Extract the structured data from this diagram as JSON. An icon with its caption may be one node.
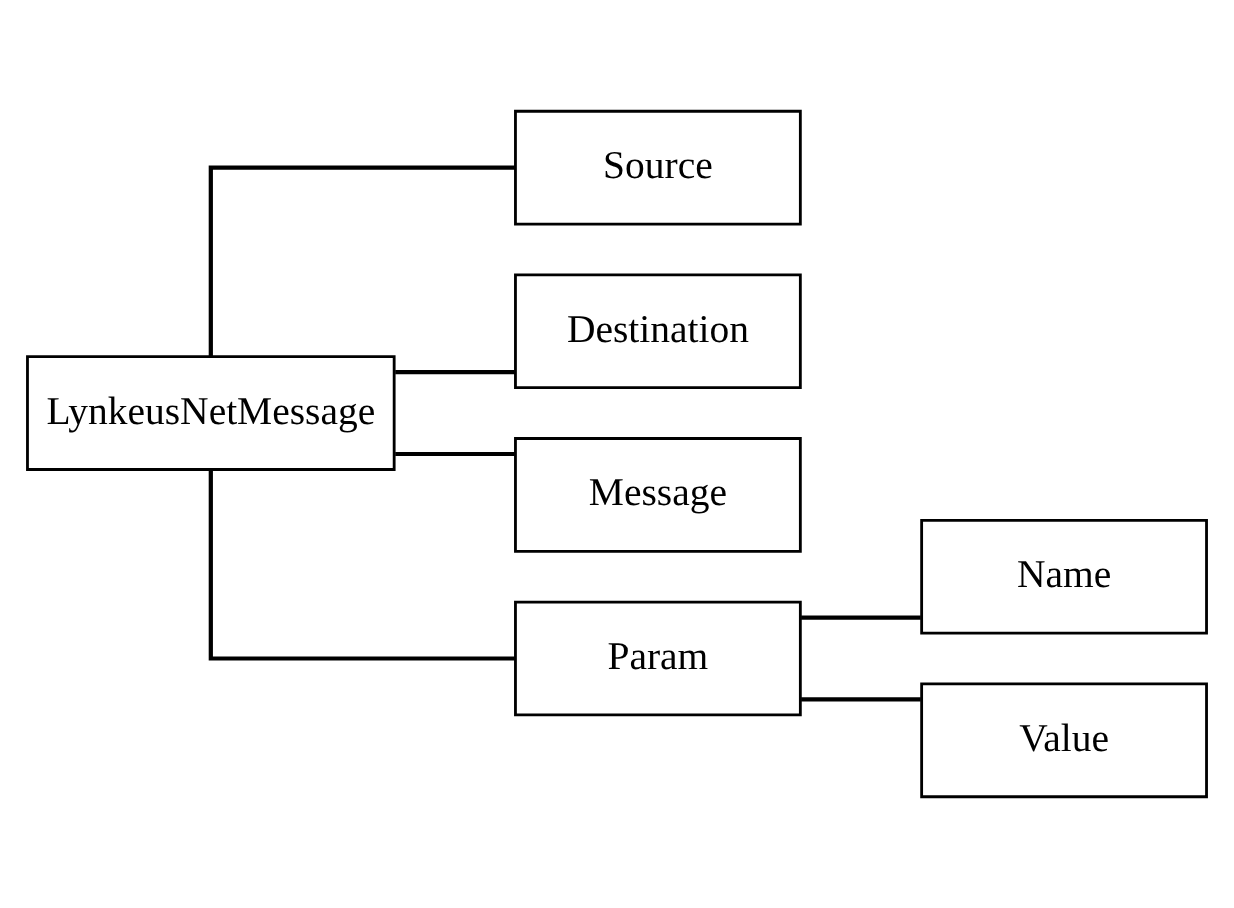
{
  "diagram": {
    "nodes": [
      {
        "text": [
          "LynkeusNetMessage"
        ]
      },
      {
        "text": [
          "Source"
        ]
      },
      {
        "text": [
          "Destination"
        ]
      },
      {
        "text": [
          "Message"
        ]
      },
      {
        "text": [
          "Param"
        ]
      },
      {
        "text": [
          "Name"
        ]
      },
      {
        "text": [
          "Value"
        ]
      }
    ],
    "edges": [
      {
        "from": 0,
        "to": 1,
        "arrow": "none"
      },
      {
        "from": 0,
        "to": 2,
        "arrow": "none"
      },
      {
        "from": 0,
        "to": 3,
        "arrow": "none"
      },
      {
        "from": 0,
        "to": 4,
        "arrow": "none"
      },
      {
        "from": 4,
        "to": 5,
        "arrow": "none"
      },
      {
        "from": 4,
        "to": 6,
        "arrow": "none"
      }
    ]
  }
}
